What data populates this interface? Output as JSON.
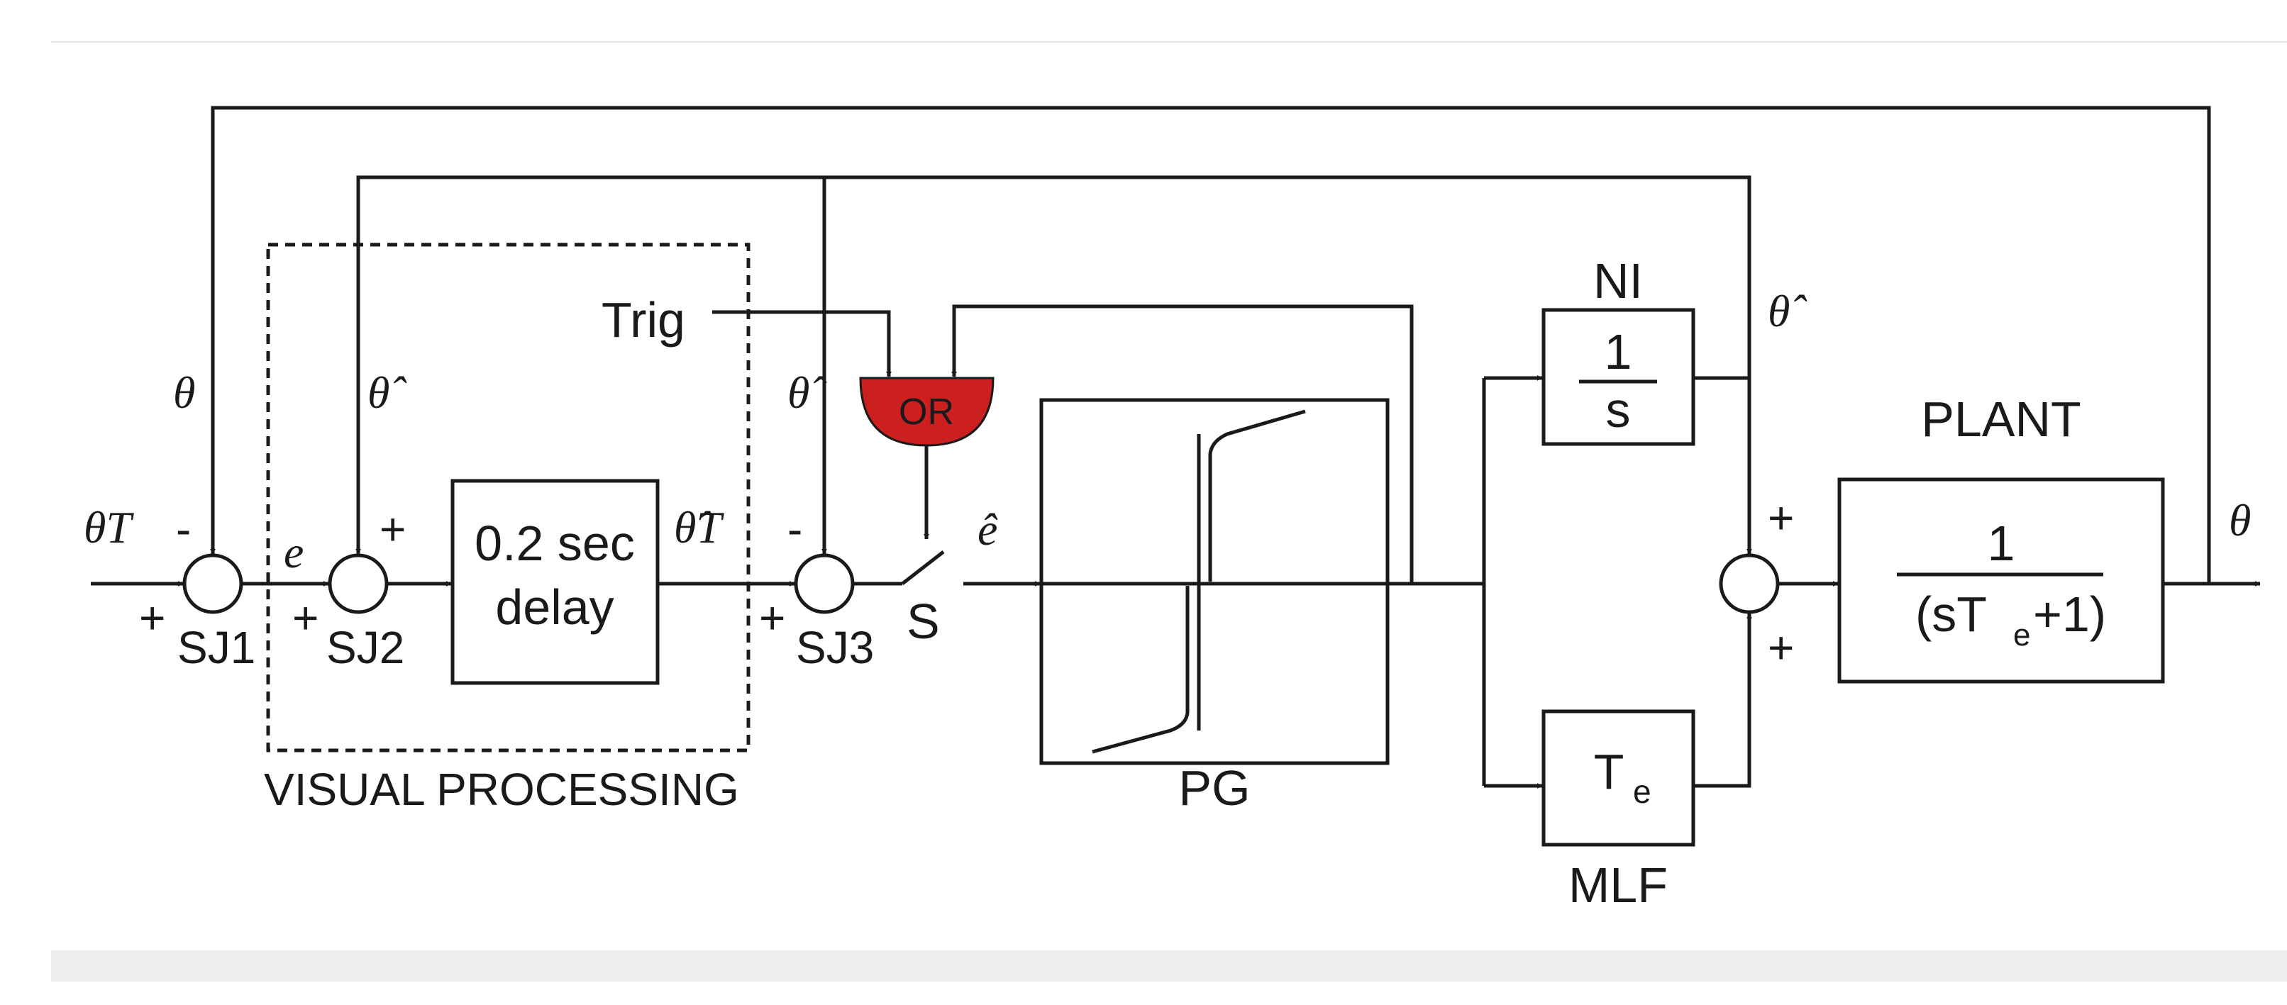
{
  "diagram": {
    "inputs": {
      "theta_T": "θT",
      "theta": "θ",
      "theta_hat": "θ̂",
      "theta_hat_T": "θ̂T",
      "trig": "Trig",
      "error": "e",
      "error_hat": "ê"
    },
    "junctions": {
      "sj1": "SJ1",
      "sj2": "SJ2",
      "sj3": "SJ3"
    },
    "signs": {
      "plus": "+",
      "minus": "-"
    },
    "blocks": {
      "delay_line1": "0.2 sec",
      "delay_line2": "delay",
      "or_gate": "OR",
      "switch": "S",
      "pg": "PG",
      "ni_title": "NI",
      "ni_num": "1",
      "ni_den": "s",
      "mlf_title": "MLF",
      "mlf_symbol": "T",
      "mlf_sub": "e",
      "plant_title": "PLANT",
      "plant_num": "1",
      "plant_den_left": "(sT",
      "plant_den_sub": "e",
      "plant_den_right": "+1)"
    },
    "region": {
      "visual_processing": "VISUAL PROCESSING"
    },
    "colors": {
      "or_gate_fill": "#cc1f1f",
      "lines": "#1a1a1a",
      "background": "#ffffff"
    }
  }
}
